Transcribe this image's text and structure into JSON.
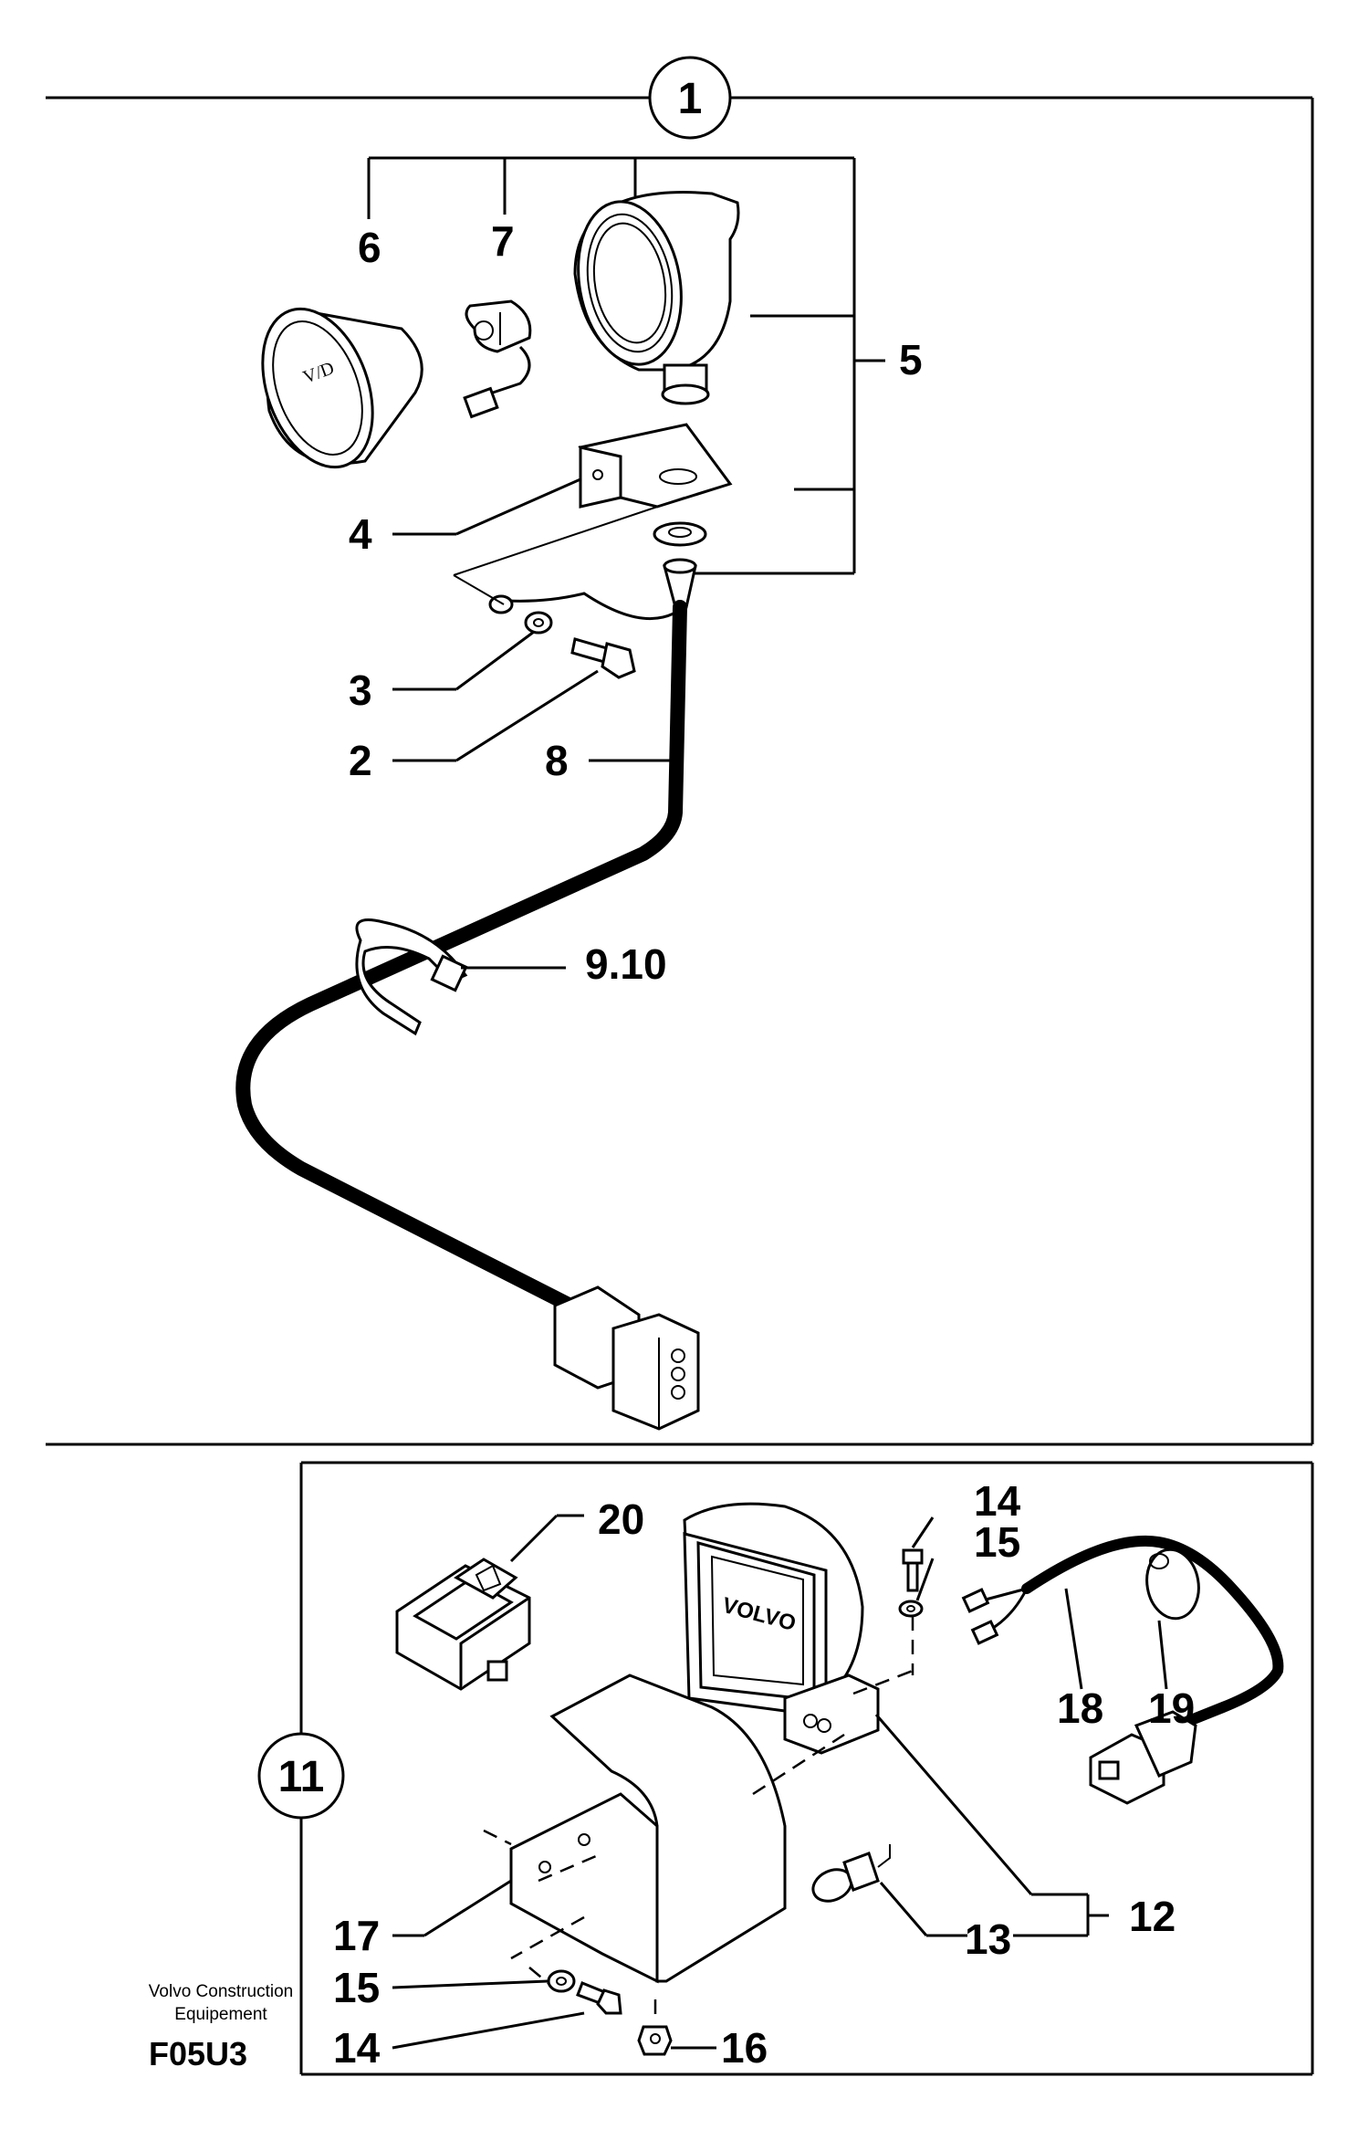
{
  "assembly_circle": "1",
  "kit_circle": "11",
  "labels": {
    "l2": "2",
    "l3": "3",
    "l4": "4",
    "l5": "5",
    "l6": "6",
    "l7": "7",
    "l8": "8",
    "l910": "9.10",
    "l12": "12",
    "l13": "13",
    "l14a": "14",
    "l15a": "15",
    "l14b": "14",
    "l15b": "15",
    "l16": "16",
    "l17": "17",
    "l18": "18",
    "l19": "19",
    "l20": "20"
  },
  "icon_glyph": "VOLVO",
  "footer": {
    "company_line1": "Volvo Construction",
    "company_line2": "Equipement",
    "drawing_code": "F05U3"
  }
}
